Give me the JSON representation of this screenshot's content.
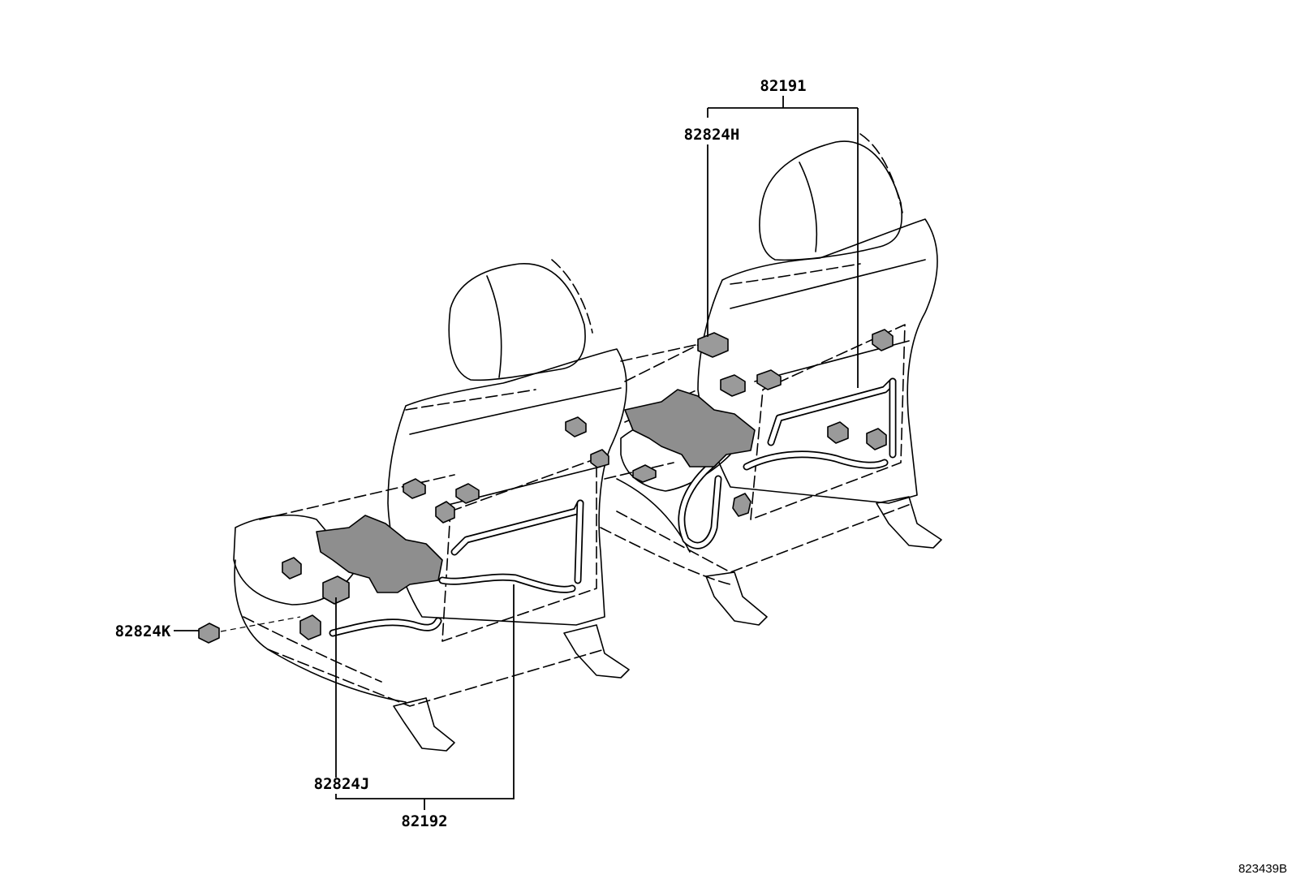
{
  "labels": {
    "harness_rh": "82191",
    "connector_h": "82824H",
    "connector_k": "82824K",
    "connector_j": "82824J",
    "harness_lh": "82192"
  },
  "figure_ref": "823439B",
  "colors": {
    "line": "#000000",
    "fill_part": "#9a9a9a",
    "background": "#ffffff"
  }
}
